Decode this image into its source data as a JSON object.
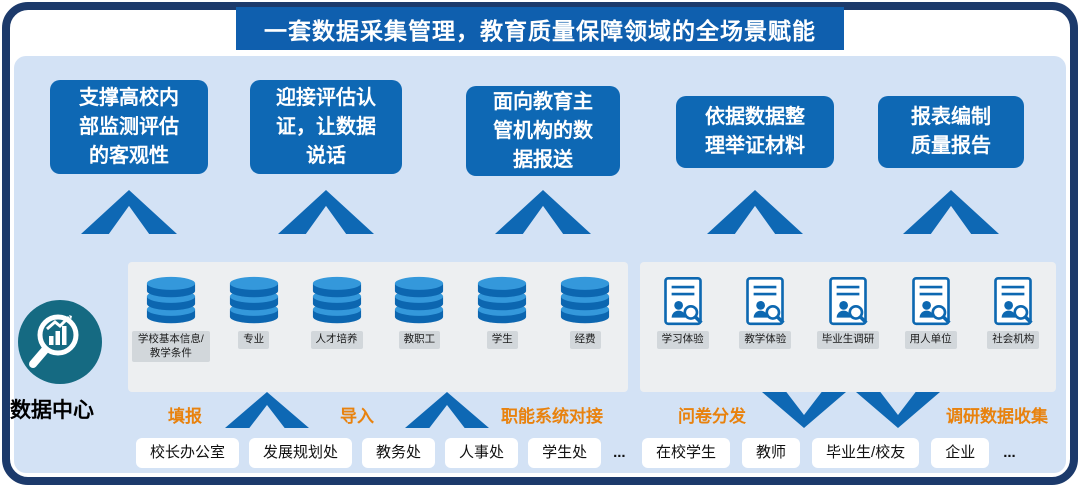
{
  "header": {
    "title": "一套数据采集管理，教育质量保障领域的全场景赋能"
  },
  "benefits": [
    {
      "label": "支撑高校内部监测评估的客观性"
    },
    {
      "label": "迎接评估认证，让数据说话"
    },
    {
      "label": "面向教育主管机构的数据报送"
    },
    {
      "label": "依据数据整理举证材料"
    },
    {
      "label": "报表编制质量报告"
    }
  ],
  "data_center": {
    "label": "数据中心"
  },
  "databases": {
    "items": [
      "学校基本信息/教学条件",
      "专业",
      "人才培养",
      "教职工",
      "学生",
      "经费"
    ]
  },
  "surveys": {
    "items": [
      "学习体验",
      "教学体验",
      "毕业生调研",
      "用人单位",
      "社会机构"
    ]
  },
  "flows": {
    "left": [
      "填报",
      "导入",
      "职能系统对接"
    ],
    "right": [
      "问卷分发",
      "调研数据收集"
    ]
  },
  "sources_left": [
    "校长办公室",
    "发展规划处",
    "教务处",
    "人事处",
    "学生处",
    "..."
  ],
  "sources_right": [
    "在校学生",
    "教师",
    "毕业生/校友",
    "企业",
    "..."
  ],
  "colors": {
    "frame_navy": "#1c3a6b",
    "banner_blue": "#0f5fae",
    "box_blue": "#0e68b4",
    "panel_light_blue": "#d3e2f5",
    "panel_gray": "#edeff1",
    "accent_orange": "#e8820e",
    "data_center_teal": "#156a82"
  }
}
